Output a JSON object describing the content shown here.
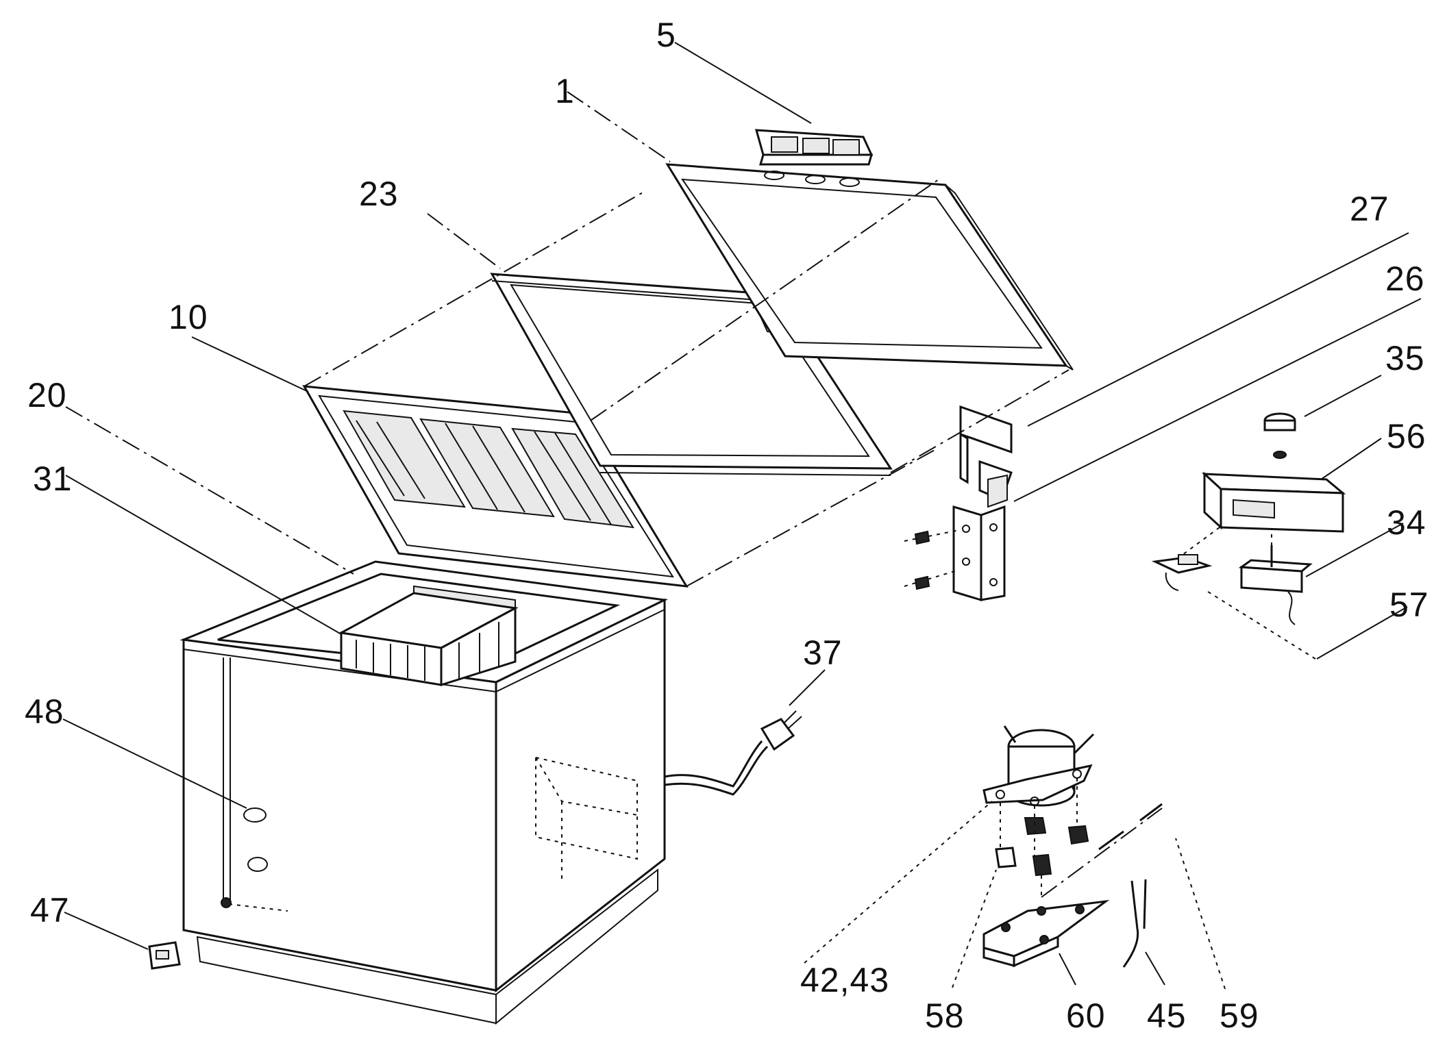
{
  "labels": {
    "p1": "1",
    "p5": "5",
    "p10": "10",
    "p20": "20",
    "p23": "23",
    "p26": "26",
    "p27": "27",
    "p31": "31",
    "p34": "34",
    "p35": "35",
    "p37": "37",
    "p42_43": "42,43",
    "p45": "45",
    "p47": "47",
    "p48": "48",
    "p56": "56",
    "p57": "57",
    "p58": "58",
    "p59": "59",
    "p60": "60"
  }
}
